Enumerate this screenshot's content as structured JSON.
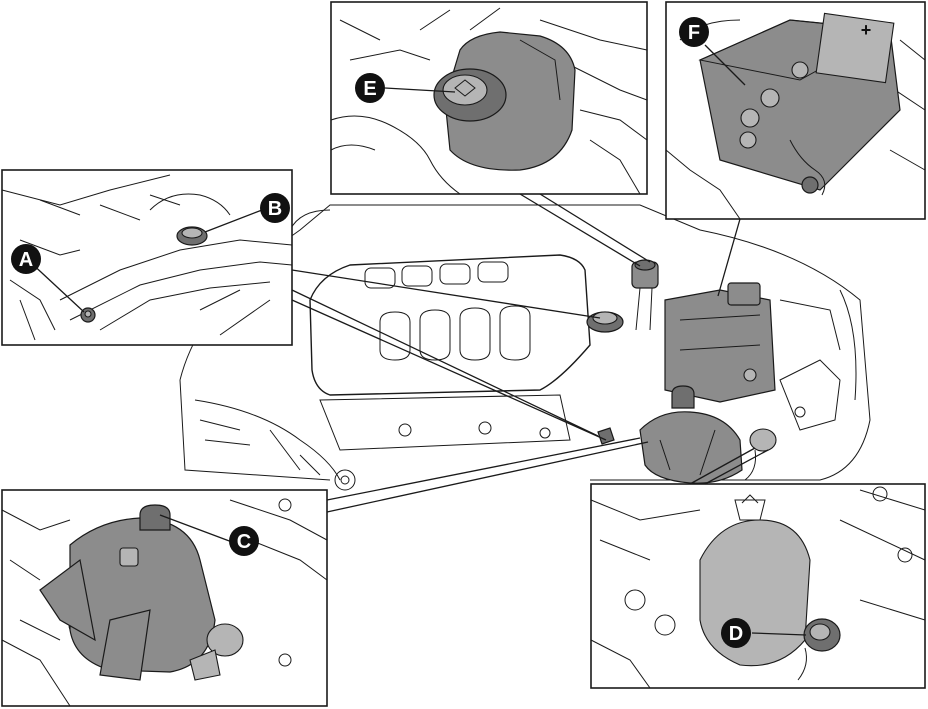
{
  "callouts": [
    {
      "id": "A",
      "label": "A"
    },
    {
      "id": "B",
      "label": "B"
    },
    {
      "id": "C",
      "label": "C"
    },
    {
      "id": "D",
      "label": "D"
    },
    {
      "id": "E",
      "label": "E"
    },
    {
      "id": "F",
      "label": "F"
    }
  ],
  "battery_terminal_symbol": "+",
  "colors": {
    "line": "#1a1a1a",
    "component_fill": "#8c8c8c",
    "badge": "#111111",
    "badge_text": "#ffffff",
    "background": "#ffffff"
  }
}
